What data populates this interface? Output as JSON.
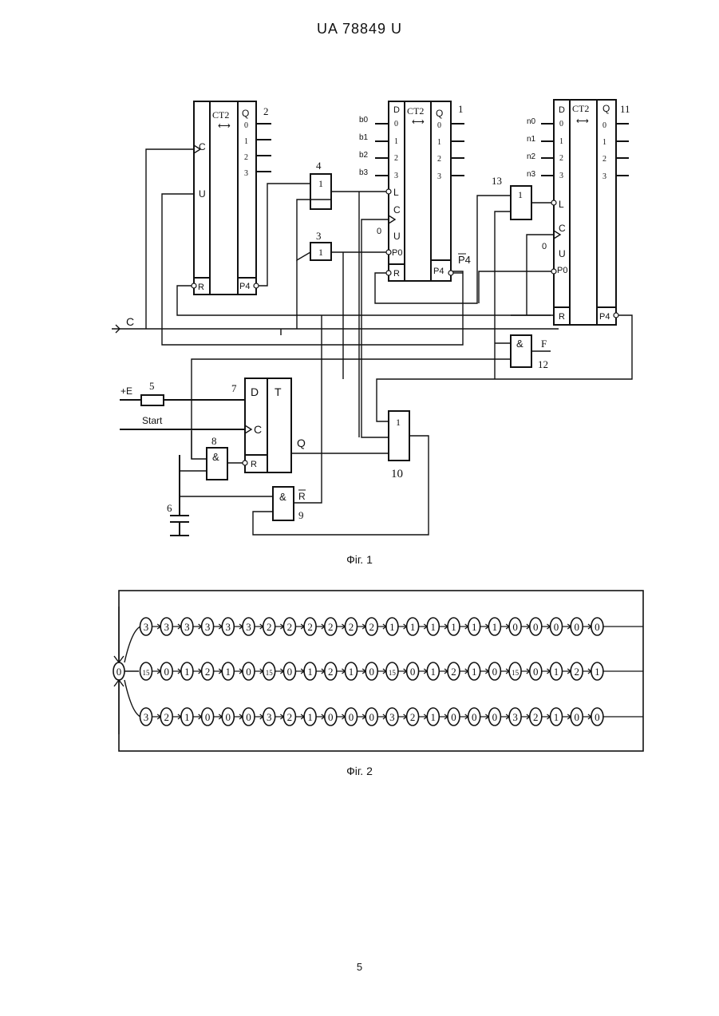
{
  "header": "UA   78849   U",
  "page_number": "5",
  "fig1": {
    "caption": "Фіг. 1",
    "counters": {
      "c2": {
        "id": "2",
        "type": "CT2",
        "left": [
          "C",
          "U",
          "R"
        ],
        "q": [
          "Q",
          "0",
          "1",
          "2",
          "3"
        ],
        "out": "P4"
      },
      "c1": {
        "id": "1",
        "type": "CT2",
        "d": [
          "D",
          "0",
          "1",
          "2",
          "3"
        ],
        "q": [
          "Q",
          "0",
          "1",
          "2",
          "3"
        ],
        "in": [
          "b0",
          "b1",
          "b2",
          "b3"
        ],
        "left": [
          "L",
          "C",
          "U",
          "P0",
          "R"
        ],
        "out": "P4",
        "out_bar": "P4"
      },
      "c11": {
        "id": "11",
        "type": "CT2",
        "d": [
          "D",
          "0",
          "1",
          "2",
          "3"
        ],
        "q": [
          "Q",
          "0",
          "1",
          "2",
          "3"
        ],
        "in": [
          "n0",
          "n1",
          "n2",
          "n3"
        ],
        "left": [
          "L",
          "C",
          "U",
          "P0",
          "R"
        ],
        "out": "P4"
      }
    },
    "gates": {
      "g4": {
        "id": "4",
        "sym": "1"
      },
      "g3": {
        "id": "3",
        "sym": "1"
      },
      "g13": {
        "id": "13",
        "sym": "1"
      },
      "g12": {
        "id": "12",
        "sym": "&",
        "out": "F"
      },
      "g10": {
        "id": "10",
        "sym": "1"
      },
      "g8": {
        "id": "8",
        "sym": "&"
      },
      "g9": {
        "id": "9",
        "sym": "&",
        "out": "R"
      }
    },
    "trigger": {
      "id": "7",
      "d": "D",
      "t": "T",
      "c": "C",
      "r": "R",
      "q": "Q"
    },
    "labels": {
      "c_line": "C",
      "e": "+E",
      "r5": "5",
      "start": "Start",
      "cap": "6",
      "zero": "0"
    }
  },
  "fig2": {
    "caption": "Фіг. 2",
    "start": "0",
    "rows": [
      [
        "3",
        "3",
        "3",
        "3",
        "3",
        "3",
        "2",
        "2",
        "2",
        "2",
        "2",
        "2",
        "1",
        "1",
        "1",
        "1",
        "1",
        "1",
        "0",
        "0",
        "0",
        "0",
        "0"
      ],
      [
        "15",
        "0",
        "1",
        "2",
        "1",
        "0",
        "15",
        "0",
        "1",
        "2",
        "1",
        "0",
        "15",
        "0",
        "1",
        "2",
        "1",
        "0",
        "15",
        "0",
        "1",
        "2",
        "1"
      ],
      [
        "3",
        "2",
        "1",
        "0",
        "0",
        "0",
        "3",
        "2",
        "1",
        "0",
        "0",
        "0",
        "3",
        "2",
        "1",
        "0",
        "0",
        "0",
        "3",
        "2",
        "1",
        "0",
        "0"
      ]
    ]
  }
}
